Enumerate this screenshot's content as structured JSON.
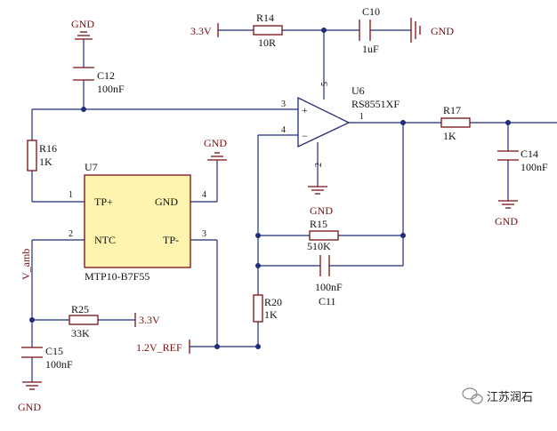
{
  "colors": {
    "wire": "#1f2d7a",
    "part": "#7a0f12",
    "ic_fill": "#fff3b0",
    "net_label": "#7a0f12",
    "watermark": "#222222"
  },
  "labels": {
    "gnd_top": "GND",
    "c12": "C12",
    "c12_val": "100nF",
    "supply_3v3_top": "3.3V",
    "r14": "R14",
    "r14_val": "10R",
    "c10": "C10",
    "c10_val": "1uF",
    "gnd_c10": "GND",
    "u6": "U6",
    "u6_part": "RS8551XF",
    "opamp_plus": "+",
    "opamp_minus": "−",
    "pin3": "3",
    "pin4": "4",
    "pin5": "5",
    "pin2": "2",
    "pin1": "1",
    "gnd_opamp": "GND",
    "r17": "R17",
    "r17_val": "1K",
    "c14": "C14",
    "c14_val": "100nF",
    "gnd_c14": "GND",
    "r16": "R16",
    "r16_val": "1K",
    "u7": "U7",
    "u7_part": "MTP10-B7F55",
    "u7_tpp": "TP+",
    "u7_gnd": "GND",
    "u7_ntc": "NTC",
    "u7_tpm": "TP-",
    "u7_p1": "1",
    "u7_p2": "2",
    "u7_p3": "3",
    "u7_p4": "4",
    "gnd_u7": "GND",
    "r15": "R15",
    "r15_val": "510K",
    "c11": "C11",
    "c11_val": "100nF",
    "r20": "R20",
    "r20_val": "1K",
    "v_amb": "V_amb",
    "r25": "R25",
    "r25_val": "33K",
    "supply_3v3_r25": "3.3V",
    "ref_1v2": "1.2V_REF",
    "c15": "C15",
    "c15_val": "100nF",
    "gnd_c15": "GND",
    "watermark": "江苏润石"
  }
}
